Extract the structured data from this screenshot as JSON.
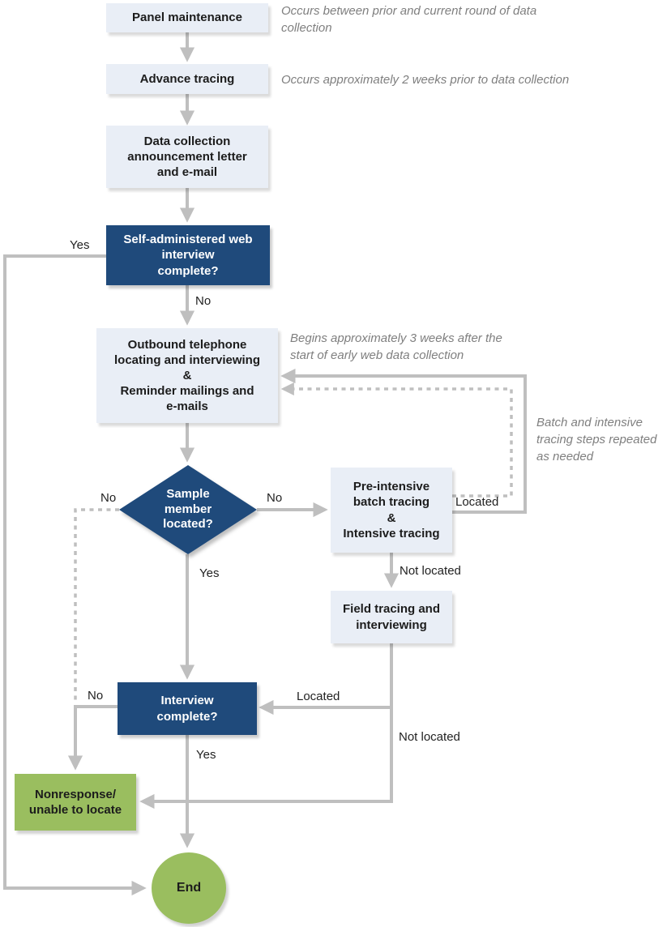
{
  "palette": {
    "navy_box": "#1f4a7b",
    "light_box": "#e9eef6",
    "green_box": "#9abe5f",
    "line_gray": "#bfbfbf",
    "note_gray": "#7f7f7f",
    "label_text": "#222222"
  },
  "nodes": {
    "panel": {
      "label": "Panel maintenance"
    },
    "advance": {
      "label": "Advance tracing"
    },
    "announcement": {
      "label": "Data collection\nannouncement letter\nand e-mail"
    },
    "web_interview": {
      "label": "Self-administered web\ninterview\ncomplete?"
    },
    "outbound": {
      "label": "Outbound telephone\nlocating and interviewing\n&\nReminder mailings and\ne-mails"
    },
    "sample_located": {
      "label": "Sample\nmember\nlocated?"
    },
    "batch_tracing": {
      "label": "Pre-intensive\nbatch tracing\n&\nIntensive tracing"
    },
    "field_tracing": {
      "label": "Field tracing and\ninterviewing"
    },
    "interview_complete": {
      "label": "Interview\ncomplete?"
    },
    "nonresponse": {
      "label": "Nonresponse/\nunable to locate"
    },
    "end": {
      "label": "End"
    }
  },
  "edge_labels": {
    "web_yes": "Yes",
    "web_no": "No",
    "located_no_left": "No",
    "located_no_right": "No",
    "located_yes": "Yes",
    "loop_located": "Located",
    "batch_not_located": "Not located",
    "field_located": "Located",
    "field_not_located": "Not located",
    "interview_no": "No",
    "interview_yes": "Yes"
  },
  "notes": {
    "panel": "Occurs between prior and current round of data\ncollection",
    "advance": "Occurs approximately 2 weeks prior to data collection",
    "outbound": "Begins approximately 3 weeks after the\nstart of early web data collection",
    "loop": "Batch and intensive\ntracing steps repeated\nas needed"
  }
}
